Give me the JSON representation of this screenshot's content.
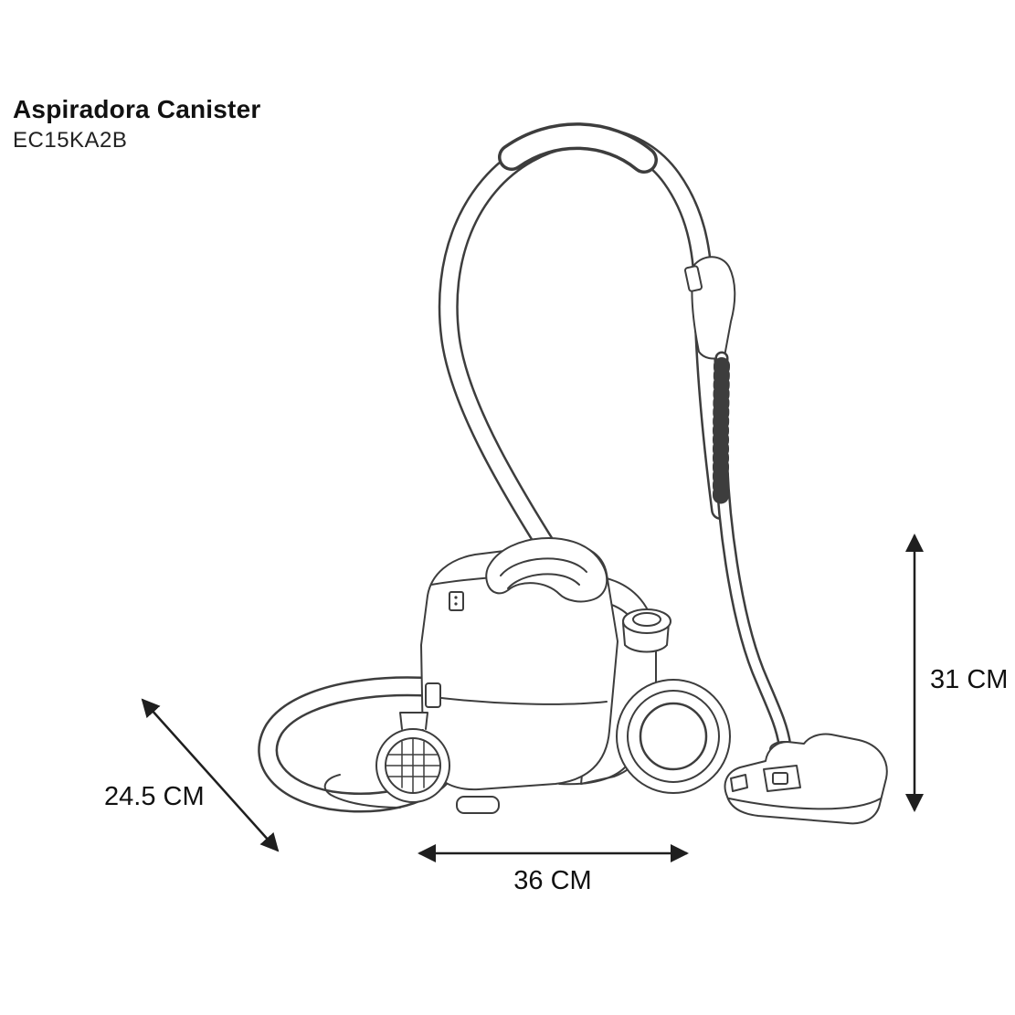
{
  "product": {
    "title": "Aspiradora Canister",
    "model": "EC15KA2B"
  },
  "dimensions": {
    "depth_label": "24.5 CM",
    "width_label": "36 CM",
    "height_label": "31 CM"
  },
  "illustration": {
    "description": "line-drawing of canister vacuum cleaner with looping hose, telescopic wand and floor brush",
    "stroke_color": "#3d3d3d",
    "arrow_color": "#1f1f1f"
  }
}
